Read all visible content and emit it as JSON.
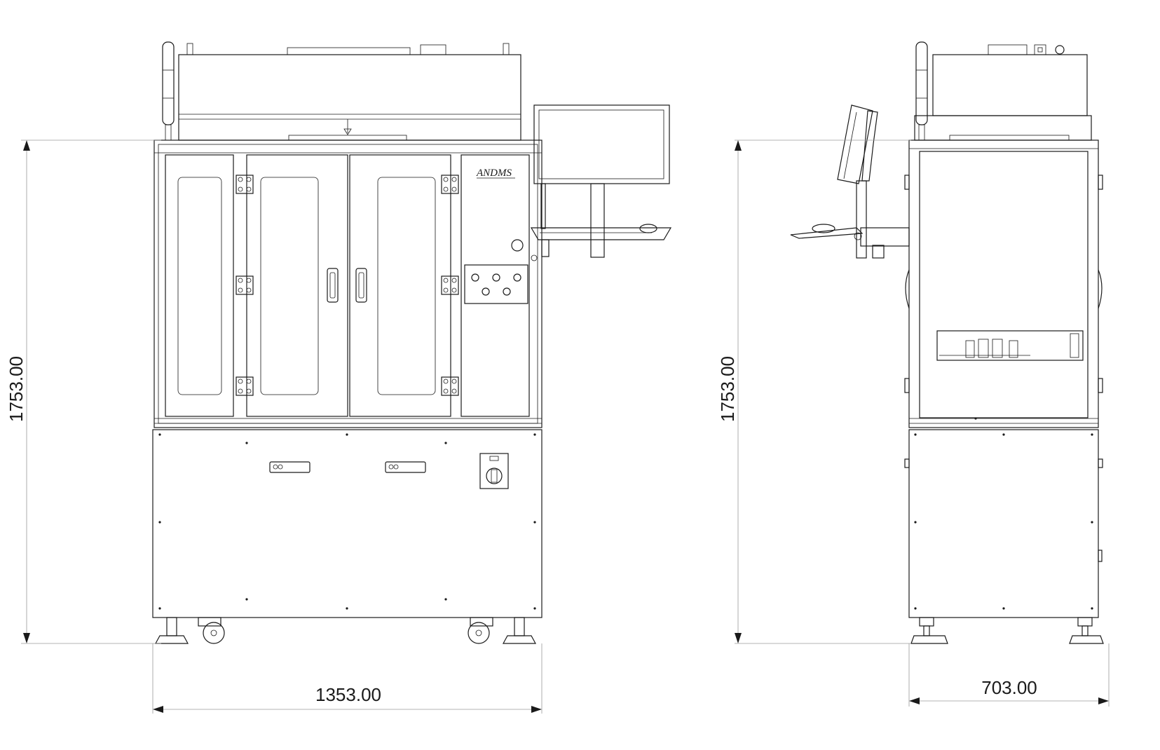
{
  "front_view": {
    "height_label": "1753.00",
    "width_label": "1353.00",
    "logo_text": "ANDMS"
  },
  "side_view": {
    "height_label": "1753.00",
    "width_label": "703.00"
  }
}
